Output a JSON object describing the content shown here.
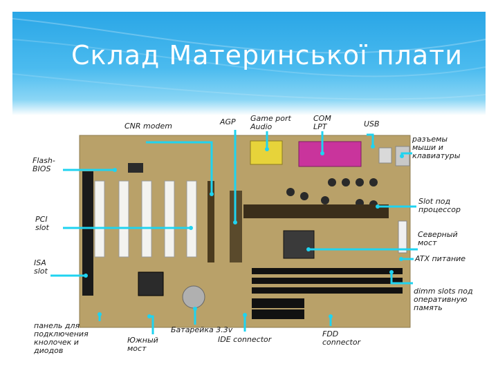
{
  "slide": {
    "title": "Склад Материнської плати"
  },
  "colors": {
    "header": "#2aa6e6",
    "pointer": "#1fd3f0",
    "board": "#b9a169"
  },
  "labels": {
    "cnr_modem": "CNR modem",
    "agp": "AGP",
    "game_port": "Game port\nAudio",
    "com_lpt": "COM\nLPT",
    "usb": "USB",
    "ps2_ports": "разъемы\nмыши и\nклавиатуры",
    "flash_bios": "Flash-\nBIOS",
    "pci_slot": "PCI\nslot",
    "isa_slot": "ISA\nslot",
    "cpu_slot": "Slot под\nпроцессор",
    "north_bridge": "Северный\nмост",
    "atx_power": "ATX питание",
    "dimm_slots": "dimm slots под\nоперативную\nпамять",
    "front_panel": "панель для\nподключения\nкнолочек и\nдиодов",
    "south_bridge": "Южный\nмост",
    "battery": "Батарейка 3.3v",
    "ide": "IDE connector",
    "fdd": "FDD\nconnector"
  }
}
